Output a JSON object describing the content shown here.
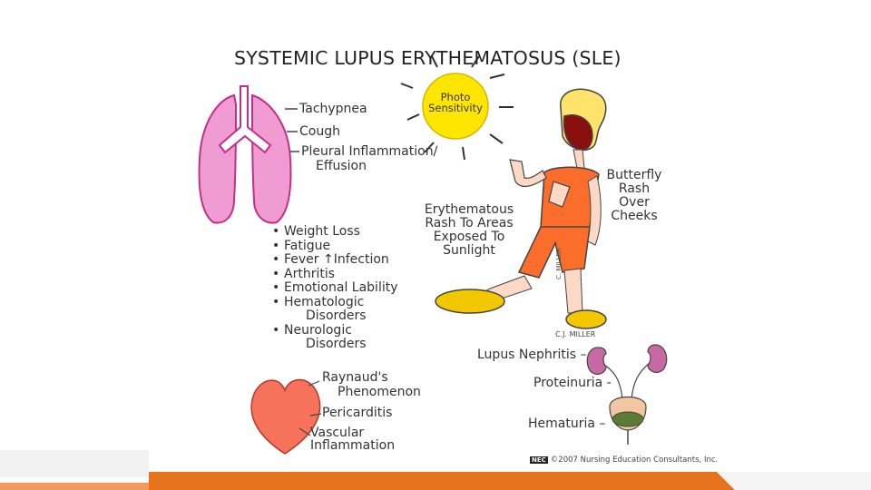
{
  "title": "SYSTEMIC LUPUS ERYTHEMATOSUS (SLE)",
  "lung_labels": [
    "Tachypnea",
    "Cough",
    "Pleural Inflammation/",
    "Effusion"
  ],
  "sun_label": [
    "Photo",
    "Sensitivity"
  ],
  "butterfly_label": [
    "Butterfly",
    "Rash",
    "Over",
    "Cheeks"
  ],
  "erythematous_label": [
    "Erythematous",
    "Rash To Areas",
    "Exposed To",
    "Sunlight"
  ],
  "symptoms": [
    {
      "line": "Weight Loss"
    },
    {
      "line": "Fatigue"
    },
    {
      "line": "Fever ↑Infection"
    },
    {
      "line": "Arthritis"
    },
    {
      "line": "Emotional Lability"
    },
    {
      "line": "Hematologic",
      "cont": "Disorders"
    },
    {
      "line": "Neurologic",
      "cont": "Disorders"
    }
  ],
  "heart_labels": [
    "Raynaud's",
    "Phenomenon",
    "Pericarditis",
    "Vascular",
    "Inflammation"
  ],
  "kidney_labels": [
    "Lupus Nephritis –",
    "Proteinuria -",
    "Hematuria –"
  ],
  "artist_credit": "C.J. MILLER",
  "artist_signature": "C. MILLER",
  "copyright": {
    "logo": "NEC",
    "text": "©2007 Nursing Education Consultants, Inc."
  },
  "colors": {
    "lung_pink": "#f09bd2",
    "sun_yellow": "#ffe600",
    "hair_yellow": "#ffe36b",
    "shirt_orange": "#fb6d2a",
    "heart_salmon": "#f6725b",
    "kidney_purple": "#c76aa3",
    "accent_orange": "#e8731f"
  }
}
